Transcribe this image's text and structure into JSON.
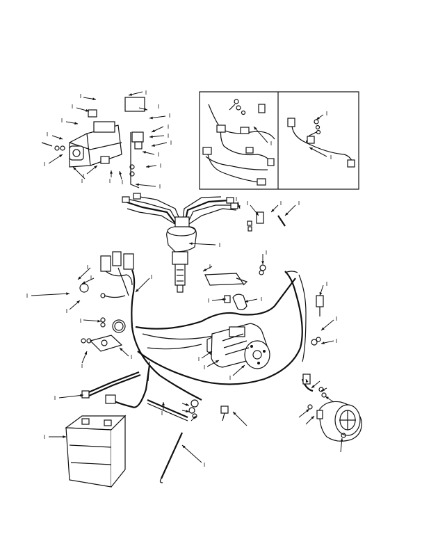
{
  "figure": {
    "index_marks": [
      "1",
      "2",
      "3",
      "4",
      "5",
      "6",
      "7",
      "8",
      "9",
      "10",
      "11",
      "12",
      "13",
      "14",
      "15",
      "16",
      "17",
      "18",
      "19",
      "20",
      "21",
      "22",
      "23",
      "24",
      "25",
      "26",
      "27",
      "28",
      "29",
      "30",
      "31",
      "32",
      "33",
      "34"
    ]
  }
}
